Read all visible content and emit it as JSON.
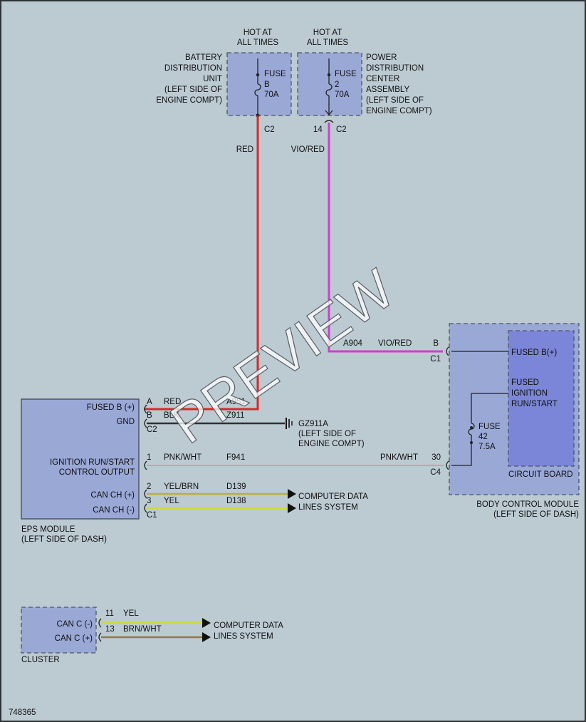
{
  "colors": {
    "red_wire": "#d42a2a",
    "violet_red_wire": "#cf3fcf",
    "pink_white_wire": "#d99ab0",
    "yellow_wire": "#d6d63a",
    "yellow_brown_wire": "#b9b13a",
    "brown_white_wire": "#8f7a4a",
    "black_wire": "#303030",
    "module_fill": "#9aa8d6",
    "circuit_board_fill": "#7b86d8",
    "background": "#bccad2"
  },
  "battery_dist": {
    "hot1": "HOT AT",
    "hot2": "ALL TIMES",
    "label": [
      "BATTERY",
      "DISTRIBUTION",
      "UNIT",
      "(LEFT SIDE OF",
      "ENGINE COMPT)"
    ],
    "fuse": [
      "FUSE",
      "B",
      "70A"
    ],
    "connector": "C2"
  },
  "power_dist": {
    "hot1": "HOT AT",
    "hot2": "ALL TIMES",
    "label": [
      "POWER",
      "DISTRIBUTION",
      "CENTER",
      "ASSEMBLY",
      "(LEFT SIDE OF",
      "ENGINE COMPT)"
    ],
    "fuse": [
      "FUSE",
      "2",
      "70A"
    ],
    "pin": "14",
    "connector": "C2"
  },
  "wires": {
    "red_color": "RED",
    "vio_red_color": "VIO/RED",
    "a904": "A904",
    "vio_red_bcm": "VIO/RED"
  },
  "eps": {
    "pins": {
      "fused_b": "FUSED B (+)",
      "gnd": "GND",
      "ign1": "IGNITION RUN/START",
      "ign2": "CONTROL OUTPUT",
      "can_plus": "CAN CH (+)",
      "can_minus": "CAN CH (-)"
    },
    "name1": "EPS MODULE",
    "name2": "(LEFT SIDE OF DASH)",
    "row_a": {
      "pin": "A",
      "color": "RED",
      "circuit": "A951"
    },
    "row_b": {
      "pin": "B",
      "color": "BLK",
      "circuit": "Z911"
    },
    "conn_c2": "C2",
    "row_1": {
      "pin": "1",
      "color": "PNK/WHT",
      "circuit": "F941"
    },
    "row_2": {
      "pin": "2",
      "color": "YEL/BRN",
      "circuit": "D139"
    },
    "row_3": {
      "pin": "3",
      "color": "YEL",
      "circuit": "D138"
    },
    "conn_c1": "C1"
  },
  "ground": {
    "id": "GZ911A",
    "loc1": "(LEFT SIDE OF",
    "loc2": "ENGINE COMPT)"
  },
  "computer_data_1": {
    "line1": "COMPUTER DATA",
    "line2": "LINES SYSTEM"
  },
  "bcm": {
    "pin_b": "B",
    "conn_c1": "C1",
    "fused_b": "FUSED B(+)",
    "fused_ign": [
      "FUSED",
      "IGNITION",
      "RUN/START"
    ],
    "fuse": [
      "FUSE",
      "42",
      "7.5A"
    ],
    "circuit_board": "CIRCUIT BOARD",
    "pnk_wht": "PNK/WHT",
    "pin_30": "30",
    "conn_c4": "C4",
    "name1": "BODY CONTROL MODULE",
    "name2": "(LEFT SIDE OF DASH)"
  },
  "cluster": {
    "can_minus": "CAN C (-)",
    "can_plus": "CAN C (+)",
    "pin_11": "11",
    "color_11": "YEL",
    "pin_13": "13",
    "color_13": "BRN/WHT",
    "name": "CLUSTER"
  },
  "computer_data_2": {
    "line1": "COMPUTER DATA",
    "line2": "LINES SYSTEM"
  },
  "diagram_id": "748365",
  "watermark": "PREVIEW"
}
